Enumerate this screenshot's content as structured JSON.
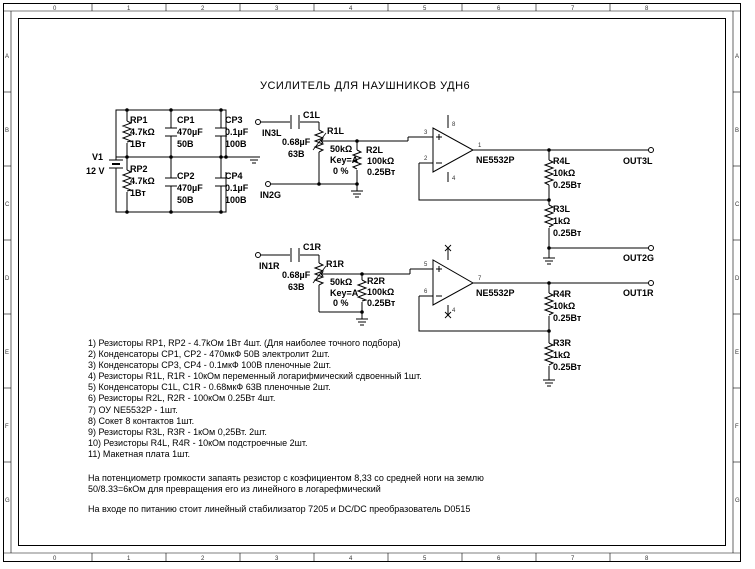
{
  "title": "УСИЛИТЕЛЬ ДЛЯ НАУШНИКОВ УДН6",
  "frame": {
    "columns": [
      "0",
      "1",
      "2",
      "3",
      "4",
      "5",
      "6",
      "7",
      "8"
    ],
    "rows": [
      "A",
      "B",
      "C",
      "D",
      "E",
      "F",
      "G"
    ]
  },
  "components": {
    "v1": {
      "ref": "V1",
      "value": "12 V"
    },
    "rp1": {
      "ref": "RP1",
      "value": "4.7kΩ",
      "rating": "1Вт"
    },
    "rp2": {
      "ref": "RP2",
      "value": "4.7kΩ",
      "rating": "1Вт"
    },
    "cp1": {
      "ref": "CP1",
      "value": "470µF",
      "rating": "50В"
    },
    "cp2": {
      "ref": "CP2",
      "value": "470µF",
      "rating": "50В"
    },
    "cp3": {
      "ref": "CP3",
      "value": "0.1µF",
      "rating": "100В"
    },
    "cp4": {
      "ref": "CP4",
      "value": "0.1µF",
      "rating": "100В"
    },
    "c1l": {
      "ref": "C1L",
      "value": "0.68µF",
      "rating": "63В"
    },
    "c1r": {
      "ref": "C1R",
      "value": "0.68µF",
      "rating": "63В"
    },
    "r1l": {
      "ref": "R1L",
      "value": "50kΩ",
      "key": "Key=A",
      "pct": "0 %"
    },
    "r1r": {
      "ref": "R1R",
      "value": "50kΩ",
      "key": "Key=A",
      "pct": "0 %"
    },
    "r2l": {
      "ref": "R2L",
      "value": "100kΩ",
      "rating": "0.25Вт"
    },
    "r2r": {
      "ref": "R2R",
      "value": "100kΩ",
      "rating": "0.25Вт"
    },
    "r3l": {
      "ref": "R3L",
      "value": "1kΩ",
      "rating": "0.25Вт"
    },
    "r3r": {
      "ref": "R3R",
      "value": "1kΩ",
      "rating": "0.25Вт"
    },
    "r4l": {
      "ref": "R4L",
      "value": "10kΩ",
      "rating": "0.25Вт"
    },
    "r4r": {
      "ref": "R4R",
      "value": "10kΩ",
      "rating": "0.25Вт"
    },
    "u1": {
      "ref": "NE5532P"
    },
    "u2": {
      "ref": "NE5532P"
    }
  },
  "pins": {
    "u1_top": "8",
    "u1_inp": "3",
    "u1_out": "1",
    "u1_inm": "2",
    "u1_bot": "4",
    "u2_inp": "5",
    "u2_out": "7",
    "u2_inm": "6",
    "u2_bot": "4"
  },
  "ports": {
    "in3l": "IN3L",
    "in2g": "IN2G",
    "in1r": "IN1R",
    "out3l": "OUT3L",
    "out2g": "OUT2G",
    "out1r": "OUT1R"
  },
  "parts_list": [
    "1) Резисторы RP1, RP2 - 4.7kОм 1Вт 4шт. (Для наиболее точного подбора)",
    "2) Конденсаторы CP1, CP2 - 470мкФ 50В электролит 2шт.",
    "3) Конденсаторы CP3, CP4 - 0.1мкФ 100В пленочные 2шт.",
    "4) Резисторы R1L, R1R - 10кОм переменный логарифмический сдвоенный 1шт.",
    "5) Конденсаторы C1L, C1R - 0.68мкФ 63В пленочные 2шт.",
    "6) Резисторы R2L, R2R - 100кОм 0.25Вт 4шт.",
    "7) ОУ NE5532P - 1шт.",
    "8) Сокет 8 контактов 1шт.",
    "9) Резисторы R3L, R3R - 1кОм 0,25Вт. 2шт.",
    "10) Резисторы R4L, R4R - 10кОм подстроечные 2шт.",
    "11) Макетная плата 1шт."
  ],
  "notes": [
    "На потенциометр громкости запаять резистор с коэфициентом 8,33 со средней ноги на землю",
    "50/8.33=6кОм для превращения его из линейного в логарефмический",
    "На входе по питанию стоит линейный стабилизатор 7205 и DC/DC преобразователь D0515"
  ]
}
